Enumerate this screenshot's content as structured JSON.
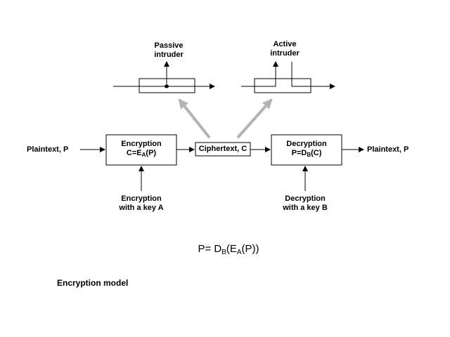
{
  "intruders": {
    "passive": {
      "line1": "Passive",
      "line2": "intruder"
    },
    "active": {
      "line1": "Active",
      "line2": "intruder"
    }
  },
  "plaintext_in": "Plaintext, P",
  "plaintext_out": "Plaintext, P",
  "encryption_box": {
    "title": "Encryption",
    "formula_prefix": "C=E",
    "formula_sub": "A",
    "formula_suffix": "(P)"
  },
  "ciphertext_box": {
    "label": "Ciphertext, C"
  },
  "decryption_box": {
    "title": "Decryption",
    "formula_prefix": "P=D",
    "formula_sub": "B",
    "formula_suffix": "(C)"
  },
  "key_a": {
    "line1": "Encryption",
    "line2": "with a key A"
  },
  "key_b": {
    "line1": "Decryption",
    "line2": "with a key B"
  },
  "formula": {
    "p": "P= D",
    "sub_b": "B",
    "mid": "(E",
    "sub_a": "A",
    "end": "(P))"
  },
  "caption": "Encryption model",
  "colors": {
    "line": "#000000",
    "gray_arrow": "#b3b3b3",
    "background": "#ffffff"
  }
}
